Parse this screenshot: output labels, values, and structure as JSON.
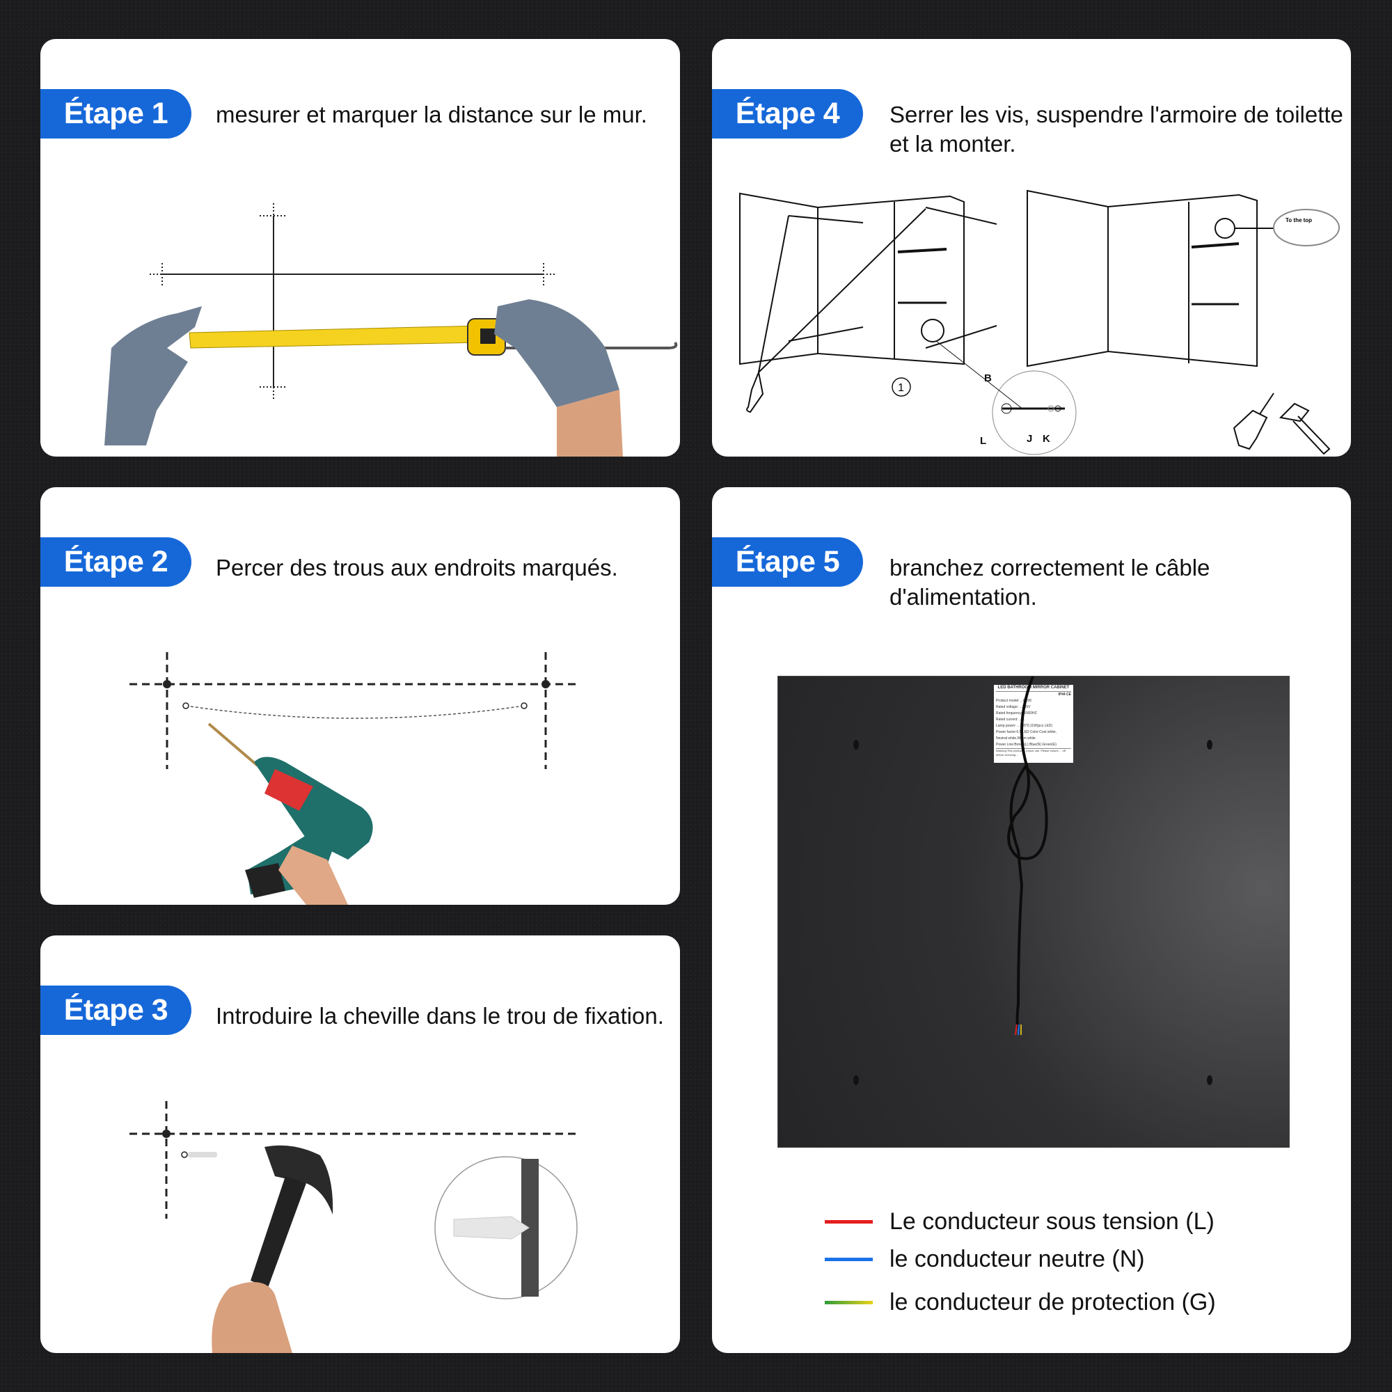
{
  "steps": [
    {
      "badge": "Étape 1",
      "text": "mesurer et marquer la distance sur le mur."
    },
    {
      "badge": "Étape 2",
      "text": "Percer des trous aux endroits marqués."
    },
    {
      "badge": "Étape 3",
      "text": "Introduire la cheville dans le trou de fixation."
    },
    {
      "badge": "Étape 4",
      "text_line1": "Serrer les vis, suspendre l'armoire de toilette",
      "text_line2": "et la monter."
    },
    {
      "badge": "Étape 5",
      "text_line1": "branchez correctement le câble",
      "text_line2": "d'alimentation."
    }
  ],
  "step4_diagram": {
    "callout_number": "1",
    "part_b": "B",
    "part_l": "L",
    "part_j": "J",
    "part_k": "K",
    "to_top": "To the top"
  },
  "product_label": {
    "title": "LED BATHROOM MIRROR CABINET",
    "ip": "IP44",
    "ce": "CE",
    "lines": [
      "Product model: ...C006",
      "Rated voltage: ...265V",
      "Rated frequency: 50/60HZ",
      "Rated current: ...A",
      "Lamp power: ...185*0.11W(pcs LED)",
      "Power factor:0.5  LED Color:Cool white,",
      "Neutral white,Warm white",
      "Power Line:Brown(L) Blue(N) Green(E)",
      "Warning:This product ... indoor use.",
      "Please ensure ... off before",
      "servicing ..."
    ]
  },
  "legend": [
    {
      "label": "Le conducteur sous tension (L)",
      "color": "#e41e1e"
    },
    {
      "label": "le conducteur neutre (N)",
      "color": "#1a73e8"
    },
    {
      "label": "le conducteur de protection (G)",
      "color": "#2e9c3a"
    }
  ],
  "colors": {
    "accent": "#1668d9",
    "tape": "#f4d21f",
    "glove": "#6f7f93"
  }
}
